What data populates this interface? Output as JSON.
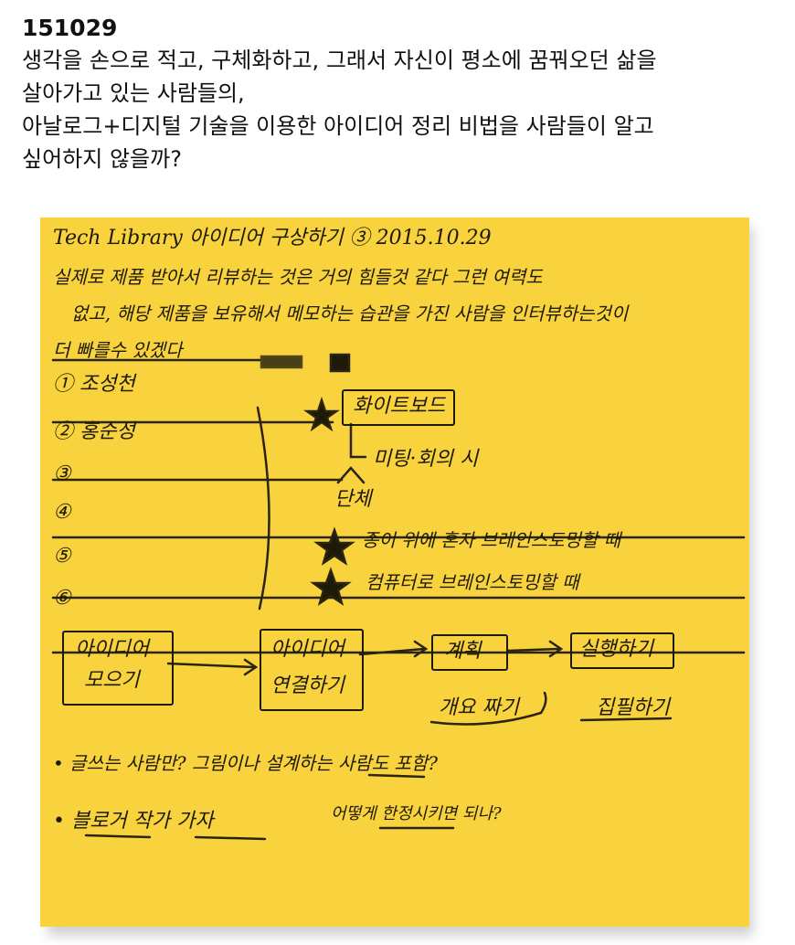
{
  "post": {
    "id": "151029",
    "lines": [
      "생각을 손으로 적고, 구체화하고, 그래서 자신이 평소에 꿈꿔오던 삶을",
      "살아가고 있는 사람들의,",
      "아날로그+디지털 기술을 이용한 아이디어 정리 비법을 사람들이 알고",
      "싶어하지 않을까?"
    ]
  },
  "note": {
    "header": "Tech Library  아이디어 구상하기 ③  2015.10.29",
    "bullet_line1": "실제로 제품 받아서 리뷰하는 것은 거의 힘들것 같다 그런 여력도",
    "bullet_line2": "없고, 해당 제품을 보유해서 메모하는 습관을 가진 사람을 인터뷰하는것이",
    "bullet_line3": "더 빠를수 있겠다",
    "numbered": [
      "① 조성천",
      "② 홍순성",
      "③",
      "④",
      "⑤",
      "⑥"
    ],
    "whiteboard": "화이트보드",
    "meeting": "미팅·회의 시",
    "group": "단체",
    "paper_brainstorm": "종이 위에 혼자 브레인스토밍할 때",
    "computer_brainstorm": "컴퓨터로 브레인스토밍할 때",
    "flow": {
      "step1": [
        "아이디어",
        "모으기"
      ],
      "step2": [
        "아이디어",
        "연결하기"
      ],
      "step3": "계획",
      "step4": "실행하기",
      "note3": "개요 짜기",
      "note4": "집필하기"
    },
    "bottom1": "• 글쓰는 사람만? 그림이나 설계하는 사람도 포함?",
    "bottom2": "• 블로거 작가 가자",
    "bottom2_right": "어떻게 한정시키면 되나?"
  }
}
